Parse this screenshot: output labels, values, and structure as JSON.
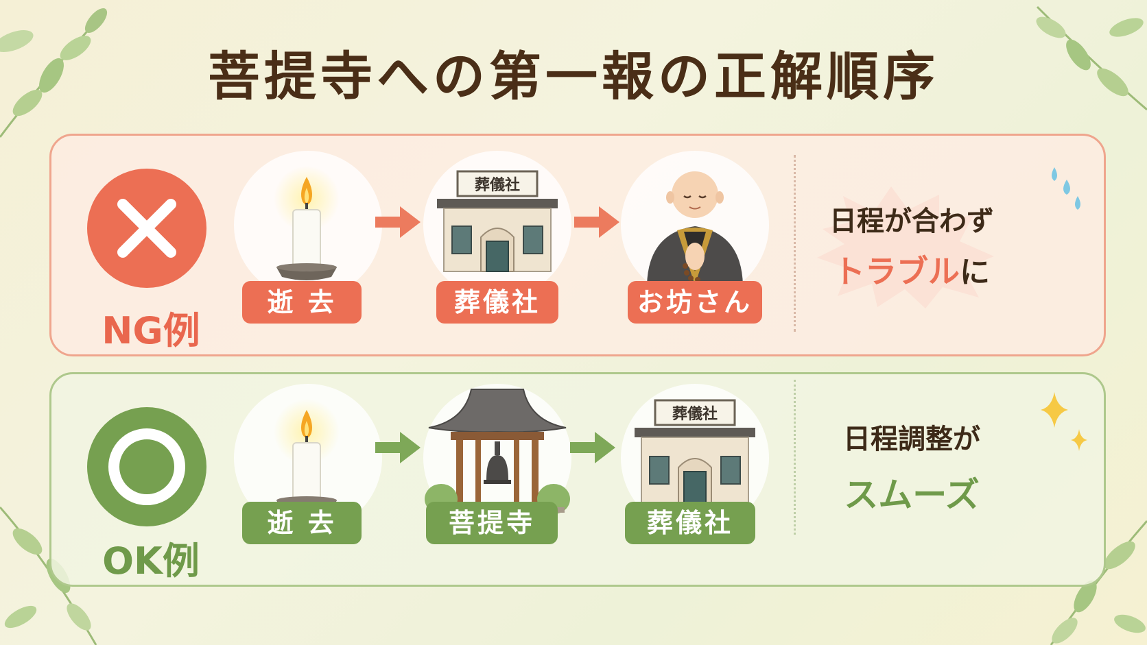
{
  "title": "菩提寺への第一報の正解順序",
  "colors": {
    "ng": "#ec6f54",
    "ok": "#76a050",
    "title": "#4a2e17"
  },
  "ng": {
    "badge_icon": "cross-icon",
    "label": "NG例",
    "steps": [
      {
        "icon": "candle-icon",
        "label": "逝 去"
      },
      {
        "icon": "funeral-home-icon",
        "label": "葬儀社",
        "sign": "葬儀社"
      },
      {
        "icon": "monk-icon",
        "label": "お坊さん"
      }
    ],
    "result": {
      "line1": "日程が合わず",
      "highlight": "トラブル",
      "suffix": "に"
    }
  },
  "ok": {
    "badge_icon": "circle-icon",
    "label": "OK例",
    "steps": [
      {
        "icon": "candle-icon",
        "label": "逝 去"
      },
      {
        "icon": "temple-icon",
        "label": "菩提寺"
      },
      {
        "icon": "funeral-home-icon",
        "label": "葬儀社",
        "sign": "葬儀社"
      }
    ],
    "result": {
      "line1": "日程調整が",
      "line2": "スムーズ"
    }
  }
}
